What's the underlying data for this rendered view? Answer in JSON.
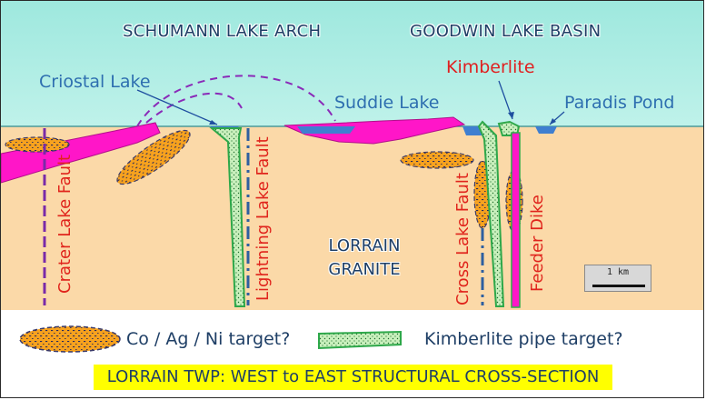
{
  "regions": {
    "left": "SCHUMANN LAKE ARCH",
    "right": "GOODWIN LAKE BASIN"
  },
  "lakes": {
    "criostal": "Criostal Lake",
    "suddie": "Suddie Lake",
    "paradis": "Paradis Pond"
  },
  "kimberlite_label": "Kimberlite",
  "faults": {
    "crater": "Crater Lake Fault",
    "lightning": "Lightning Lake Fault",
    "cross": "Cross Lake Fault",
    "feeder": "Feeder Dike"
  },
  "granite": {
    "line1": "LORRAIN",
    "line2": "GRANITE"
  },
  "scale_label": "1 km",
  "legend": {
    "target1": "Co / Ag / Ni target?",
    "target2": "Kimberlite pipe target?"
  },
  "banner": "LORRAIN TWP: WEST to EAST STRUCTURAL CROSS-SECTION",
  "colors": {
    "sky": "#9ee8de",
    "ground": "#fbd9a8",
    "dike": "#ff16c8",
    "ore": "#f7a21e",
    "pipe": "#c9f0bd",
    "pipe_border": "#2ea84a",
    "water": "#3f7fd0",
    "fault_line": "#7a2aa8"
  }
}
